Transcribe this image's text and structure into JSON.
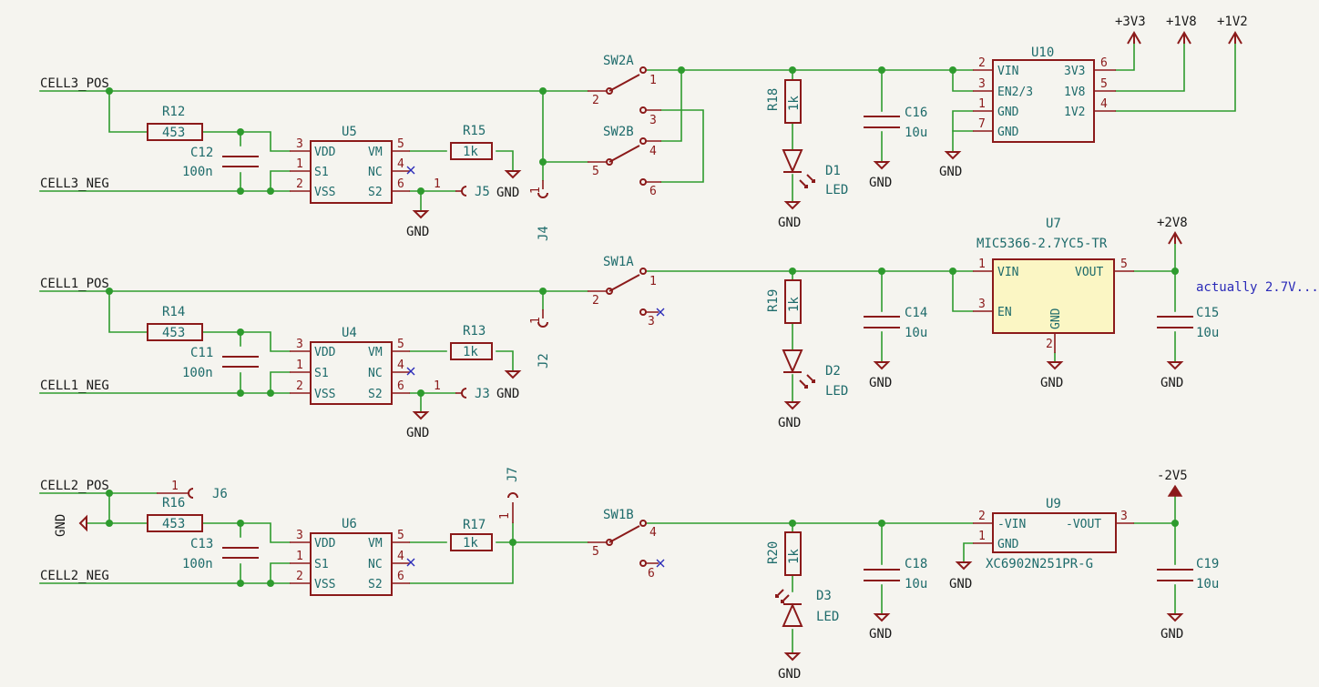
{
  "nets": {
    "cell3_pos": "CELL3_POS",
    "cell3_neg": "CELL3_NEG",
    "cell1_pos": "CELL1_POS",
    "cell1_neg": "CELL1_NEG",
    "cell2_pos": "CELL2_POS",
    "cell2_neg": "CELL2_NEG"
  },
  "power": {
    "gnd": "GND",
    "p3v3": "+3V3",
    "p1v8": "+1V8",
    "p1v2": "+1V2",
    "p2v8": "+2V8",
    "m2v5": "-2V5"
  },
  "refs": {
    "R12": "R12",
    "R14": "R14",
    "R16": "R16",
    "R15": "R15",
    "R13": "R13",
    "R17": "R17",
    "R18": "R18",
    "R19": "R19",
    "R20": "R20",
    "C12": "C12",
    "C11": "C11",
    "C13": "C13",
    "C16": "C16",
    "C14": "C14",
    "C18": "C18",
    "C15": "C15",
    "C19": "C19",
    "U5": "U5",
    "U4": "U4",
    "U6": "U6",
    "U10": "U10",
    "U7": "U7",
    "U9": "U9",
    "D1": "D1",
    "D2": "D2",
    "D3": "D3",
    "J2": "J2",
    "J3": "J3",
    "J4": "J4",
    "J5": "J5",
    "J6": "J6",
    "J7": "J7",
    "SW1A": "SW1A",
    "SW1B": "SW1B",
    "SW2A": "SW2A",
    "SW2B": "SW2B"
  },
  "values": {
    "r453": "453",
    "r1k": "1k",
    "c100n": "100n",
    "c10u": "10u",
    "led": "LED",
    "u7_part": "MIC5366-2.7YC5-TR",
    "u9_part": "XC6902N251PR-G"
  },
  "pins": {
    "VDD": "VDD",
    "VSS": "VSS",
    "VM": "VM",
    "NC": "NC",
    "S1": "S1",
    "S2": "S2",
    "VIN": "VIN",
    "EN23": "EN2/3",
    "GND": "GND",
    "V3V3": "3V3",
    "V1V8": "1V8",
    "V1V2": "1V2",
    "EN": "EN",
    "VOUT": "VOUT",
    "MVIN": "-VIN",
    "MVOUT": "-VOUT",
    "n1": "1",
    "n2": "2",
    "n3": "3",
    "n4": "4",
    "n5": "5",
    "n6": "6",
    "n7": "7"
  },
  "note": "actually 2.7V...",
  "colors": {
    "wire": "#2e9b2e",
    "body": "#8b1a1a",
    "ref": "#1e6b6b",
    "note": "#2a2ab8",
    "chip_fill": "#fbf6c4",
    "bg": "#f5f4ef"
  }
}
